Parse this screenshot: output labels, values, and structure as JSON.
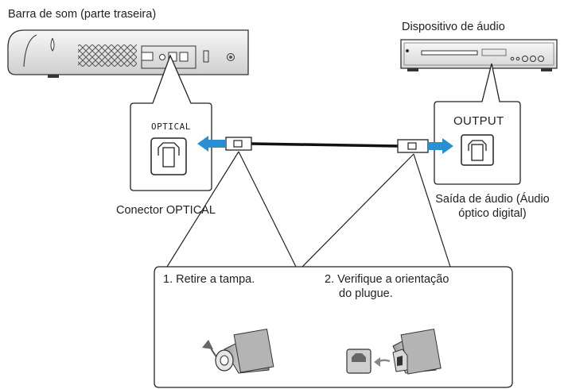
{
  "labels": {
    "soundbar": "Barra de som (parte traseira)",
    "audio_device": "Dispositivo de áudio",
    "optical_connector": "Conector OPTICAL",
    "audio_output_line1": "Saída de áudio (Áudio",
    "audio_output_line2": "óptico digital)",
    "optical_port": "OPTICAL",
    "output_port": "OUTPUT"
  },
  "steps": [
    {
      "text": "1.  Retire a tampa."
    },
    {
      "text_line1": "2.  Verifique a orientação",
      "text_line2": "do plugue."
    }
  ],
  "colors": {
    "arrow": "#2a8fd0",
    "line": "#222222",
    "device_body": "#ececec",
    "cable": "#111111"
  }
}
